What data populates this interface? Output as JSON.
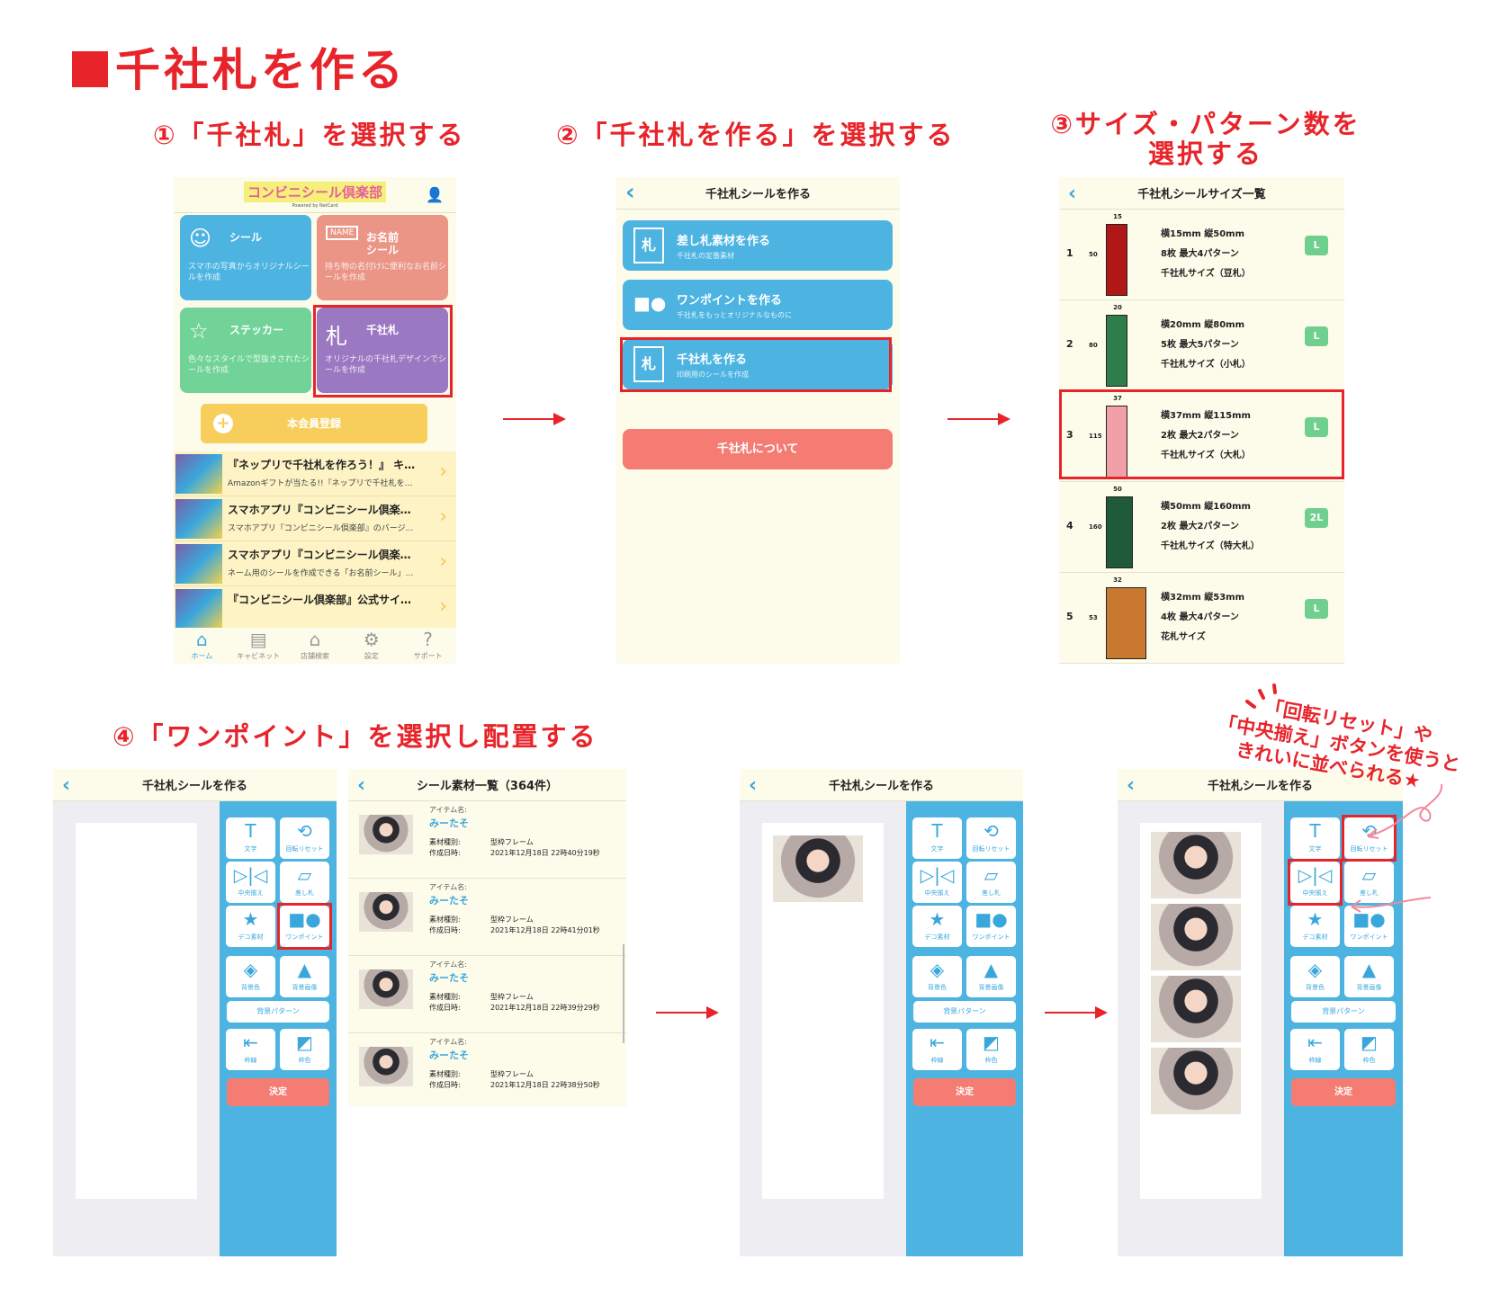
{
  "title": "千社札を作る",
  "steps": {
    "s1": "①「千社札」を選択する",
    "s2": "②「千社札を作る」を選択する",
    "s3a": "③サイズ・パターン数を",
    "s3b": "選択する",
    "s4": "④「ワンポイント」を選択し配置する"
  },
  "home": {
    "logo": "コンビニシール倶楽部",
    "powered": "Powered by NetCard",
    "tiles": [
      {
        "title": "シール",
        "desc": "スマホの写真からオリジナルシールを作成",
        "color": "#4db4e2"
      },
      {
        "title": "お名前\nシール",
        "desc": "持ち物の名付けに便利なお名前シールを作成",
        "color": "#ea9585",
        "icon_text": "NAME"
      },
      {
        "title": "ステッカー",
        "desc": "色々なスタイルで型抜きされたシールを作成",
        "color": "#72d398"
      },
      {
        "title": "千社札",
        "desc": "オリジナルの千社札デザインでシールを作成",
        "color": "#9b78c2"
      }
    ],
    "register": "本会員登録",
    "news": [
      {
        "title": "『ネップリで千社札を作ろう！』 キ…",
        "sub": "Amazonギフトが当たる!!『ネップリで千社札を…"
      },
      {
        "title": "スマホアプリ『コンビニシール倶楽…",
        "sub": "スマホアプリ『コンビニシール倶楽部』のバージ…"
      },
      {
        "title": "スマホアプリ『コンビニシール倶楽…",
        "sub": "ネーム用のシールを作成できる「お名前シール」…"
      },
      {
        "title": "『コンビニシール倶楽部』公式サイ…",
        "sub": ""
      }
    ],
    "tabs": [
      "ホーム",
      "キャビネット",
      "店舗検索",
      "設定",
      "サポート"
    ]
  },
  "make": {
    "header": "千社札シールを作る",
    "buttons": [
      {
        "title": "差し札素材を作る",
        "sub": "千社札の定番素材"
      },
      {
        "title": "ワンポイントを作る",
        "sub": "千社札をもっとオリジナルなものに"
      },
      {
        "title": "千社札を作る",
        "sub": "印刷用のシールを作成"
      }
    ],
    "about": "千社札について"
  },
  "sizes": {
    "header": "千社札シールサイズ一覧",
    "rows": [
      {
        "num": "1",
        "w": "15",
        "h": "50",
        "l1": "横15mm 縦50mm",
        "l2": "8枚 最大4パターン",
        "l3": "千社札サイズ（豆札）",
        "badge": "L",
        "color": "#b01818"
      },
      {
        "num": "2",
        "w": "20",
        "h": "80",
        "l1": "横20mm 縦80mm",
        "l2": "5枚 最大5パターン",
        "l3": "千社札サイズ（小札）",
        "badge": "L",
        "color": "#2e7d4a"
      },
      {
        "num": "3",
        "w": "37",
        "h": "115",
        "l1": "横37mm 縦115mm",
        "l2": "2枚 最大2パターン",
        "l3": "千社札サイズ（大札）",
        "badge": "L",
        "color": "#f2a0a8"
      },
      {
        "num": "4",
        "w": "50",
        "h": "160",
        "l1": "横50mm 縦160mm",
        "l2": "2枚 最大2パターン",
        "l3": "千社札サイズ（特大札）",
        "badge": "2L",
        "color": "#1f5a3a"
      },
      {
        "num": "5",
        "w": "32",
        "h": "53",
        "l1": "横32mm 縦53mm",
        "l2": "4枚 最大4パターン",
        "l3": "花札サイズ",
        "badge": "L",
        "color": "#c9792f"
      }
    ]
  },
  "editor": {
    "header": "千社札シールを作る",
    "tools": [
      {
        "label": "文字",
        "icon": "T"
      },
      {
        "label": "回転リセット",
        "icon": "⟲"
      },
      {
        "label": "中央揃え",
        "icon": "▷|◁"
      },
      {
        "label": "差し札",
        "icon": "▱"
      },
      {
        "label": "デコ素材",
        "icon": "★"
      },
      {
        "label": "ワンポイント",
        "icon": "■●"
      },
      {
        "label": "背景色",
        "icon": "◈"
      },
      {
        "label": "背景画像",
        "icon": "▲"
      },
      {
        "label": "枠線",
        "icon": "⇤"
      },
      {
        "label": "枠色",
        "icon": "◩"
      }
    ],
    "pattern": "背景パターン",
    "decide": "決定"
  },
  "materials": {
    "header": "シール素材一覧（364件）",
    "name_label": "アイテム名:",
    "type_label": "素材種別:",
    "date_label": "作成日時:",
    "items": [
      {
        "name": "みーたそ",
        "type": "型枠フレーム",
        "date": "2021年12月18日 22時40分19秒"
      },
      {
        "name": "みーたそ",
        "type": "型枠フレーム",
        "date": "2021年12月18日 22時41分01秒"
      },
      {
        "name": "みーたそ",
        "type": "型枠フレーム",
        "date": "2021年12月18日 22時39分29秒"
      },
      {
        "name": "みーたそ",
        "type": "型枠フレーム",
        "date": "2021年12月18日 22時38分50秒"
      }
    ]
  },
  "annotation": {
    "l1": "「回転リセット」や",
    "l2": "「中央揃え」ボタンを使うと",
    "l3": "きれいに並べられる★"
  },
  "colors": {
    "accent": "#e8242b",
    "blue": "#4db4e2",
    "pink": "#f47c73",
    "cream": "#fdfbea"
  }
}
